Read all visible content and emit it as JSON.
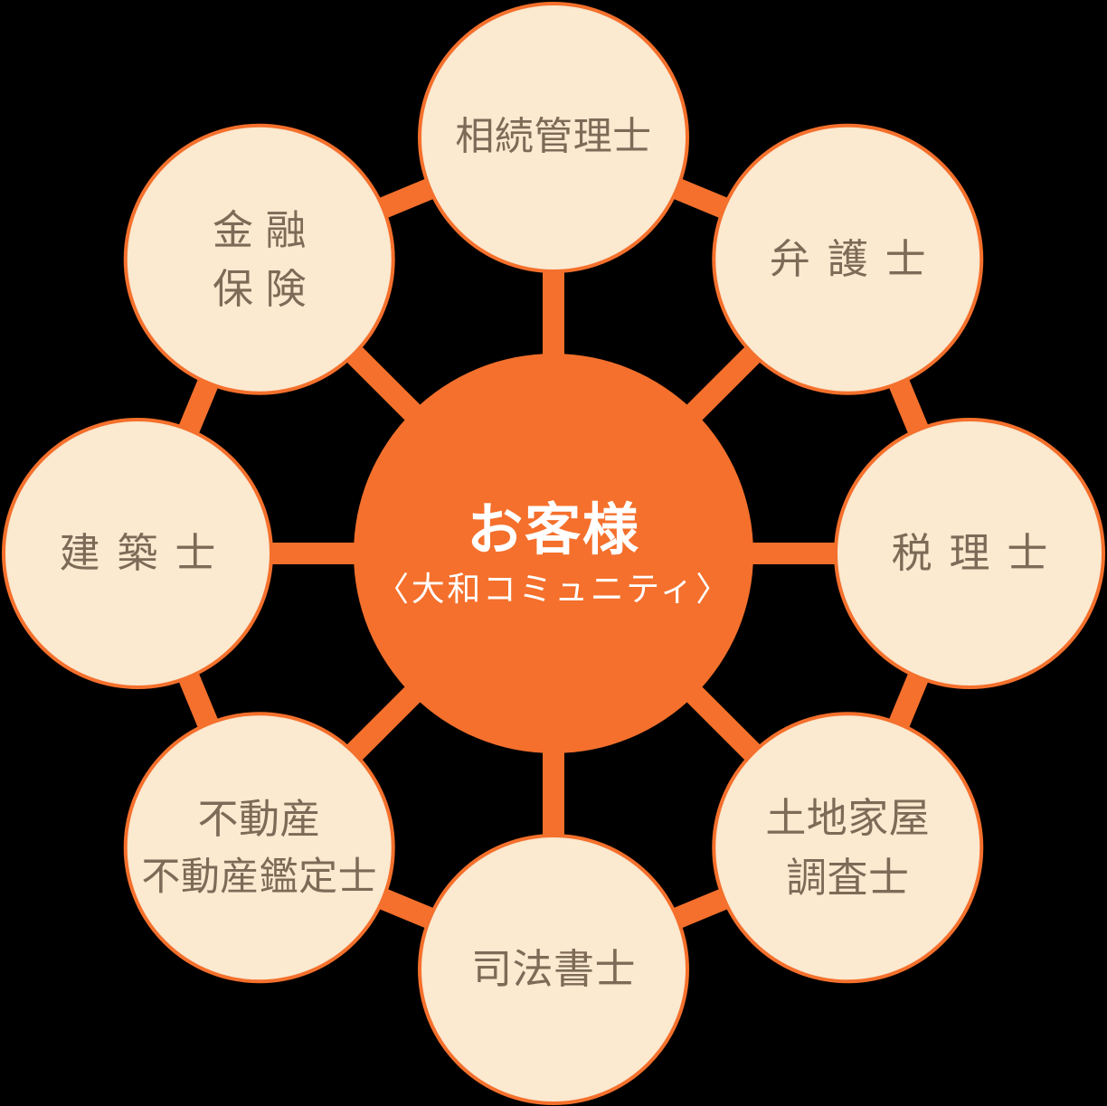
{
  "diagram": {
    "type": "hub-and-spoke",
    "title": "お客様",
    "colors": {
      "accent": "#f4702c",
      "node_fill": "#fbe9d0",
      "node_stroke": "#f4702c",
      "node_text": "#7d6a57",
      "center_fill": "#f4702c",
      "center_text": "#ffffff",
      "background": "#000000"
    },
    "center": {
      "name": "center-node",
      "title": "お客様",
      "subtitle": "〈大和コミュニティ〉"
    },
    "nodes": [
      {
        "id": "top",
        "angle_deg": 270,
        "lines": [
          "相続管理士"
        ],
        "spacing": "none"
      },
      {
        "id": "top-right",
        "angle_deg": 315,
        "lines": [
          "弁護士"
        ],
        "spacing": "wide"
      },
      {
        "id": "right",
        "angle_deg": 0,
        "lines": [
          "税理士"
        ],
        "spacing": "wide"
      },
      {
        "id": "bottom-right",
        "angle_deg": 45,
        "lines": [
          "土地家屋",
          "調査士"
        ],
        "spacing": "none"
      },
      {
        "id": "bottom",
        "angle_deg": 90,
        "lines": [
          "司法書士"
        ],
        "spacing": "none"
      },
      {
        "id": "bottom-left",
        "angle_deg": 135,
        "lines": [
          "不動産",
          "不動産鑑定士"
        ],
        "spacing": "none"
      },
      {
        "id": "left",
        "angle_deg": 180,
        "lines": [
          "建築士"
        ],
        "spacing": "wide"
      },
      {
        "id": "top-left",
        "angle_deg": 225,
        "lines": [
          "金融",
          "保険"
        ],
        "spacing": "med"
      }
    ]
  }
}
